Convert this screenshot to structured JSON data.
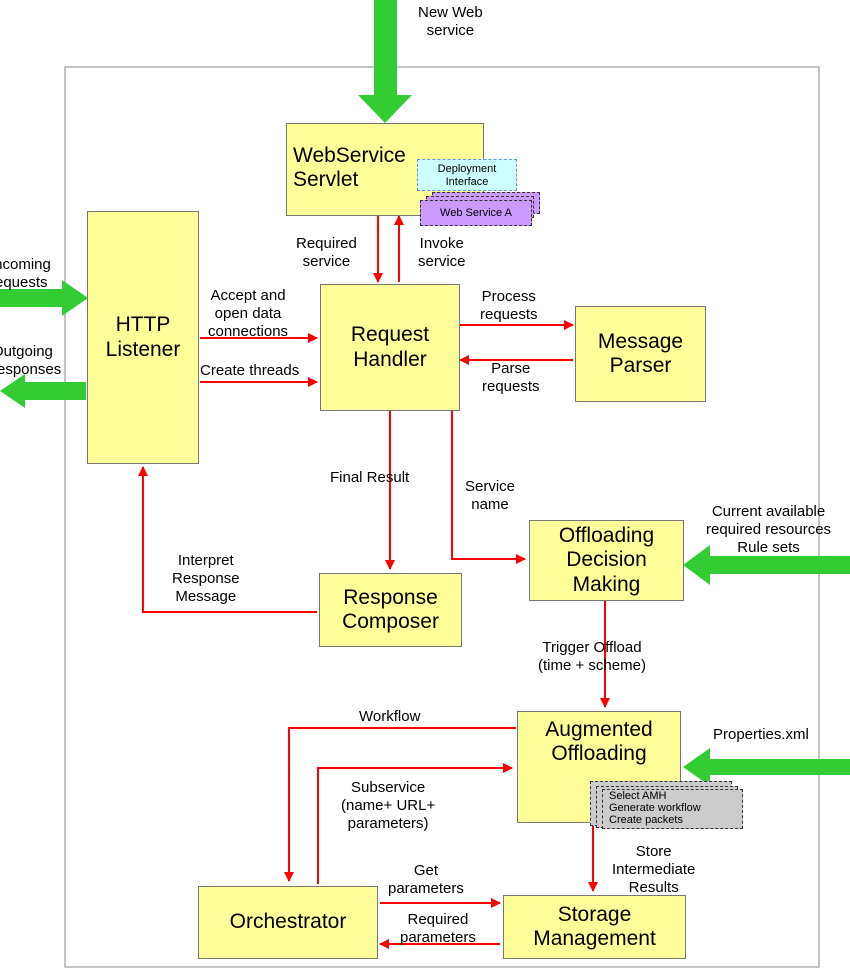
{
  "colors": {
    "box_fill": "#ffff99",
    "arrow_red": "#ff0000",
    "arrow_green": "#33cc33",
    "deploy_fill": "#ccffff",
    "service_fill": "#cc99ff",
    "amh_fill": "#cccccc"
  },
  "boxes": {
    "webservice_servlet": "WebService Servlet",
    "http_listener": "HTTP Listener",
    "request_handler": "Request Handler",
    "message_parser": "Message Parser",
    "offloading_decision": "Offloading Decision Making",
    "response_composer": "Response Composer",
    "augmented_offloading": "Augmented Offloading",
    "orchestrator": "Orchestrator",
    "storage_management": "Storage Management"
  },
  "subboxes": {
    "deployment_interface": "Deployment Interface",
    "web_service_a": "Web Service A",
    "amh_select": "Select AMH",
    "amh_generate": "Generate workflow",
    "amh_create": "Create packets"
  },
  "external_labels": {
    "new_web_service": [
      "New Web",
      "service"
    ],
    "incoming_requests": [
      "Incoming",
      "requests"
    ],
    "outgoing_responses": [
      "Outgoing",
      "responses"
    ],
    "current_available": [
      "Current available",
      "required resources",
      "Rule sets"
    ],
    "properties_xml": [
      "Properties.xml"
    ]
  },
  "edge_labels": {
    "required_service": [
      "Required",
      "service"
    ],
    "invoke_service": [
      "Invoke",
      "service"
    ],
    "accept_open": [
      "Accept and",
      "open data",
      "connections"
    ],
    "create_threads": [
      "Create threads"
    ],
    "process_requests": [
      "Process",
      "requests"
    ],
    "parse_requests": [
      "Parse",
      "requests"
    ],
    "final_result": [
      "Final Result"
    ],
    "service_name": [
      "Service",
      "name"
    ],
    "interpret_response": [
      "Interpret",
      "Response",
      "Message"
    ],
    "trigger_offload": [
      "Trigger Offload",
      "(time + scheme)"
    ],
    "workflow": [
      "Workflow"
    ],
    "subservice": [
      "Subservice",
      "(name+ URL+",
      "parameters)"
    ],
    "store_intermediate": [
      "Store",
      "Intermediate",
      "Results"
    ],
    "get_parameters": [
      "Get",
      "parameters"
    ],
    "required_parameters": [
      "Required",
      "parameters"
    ]
  }
}
